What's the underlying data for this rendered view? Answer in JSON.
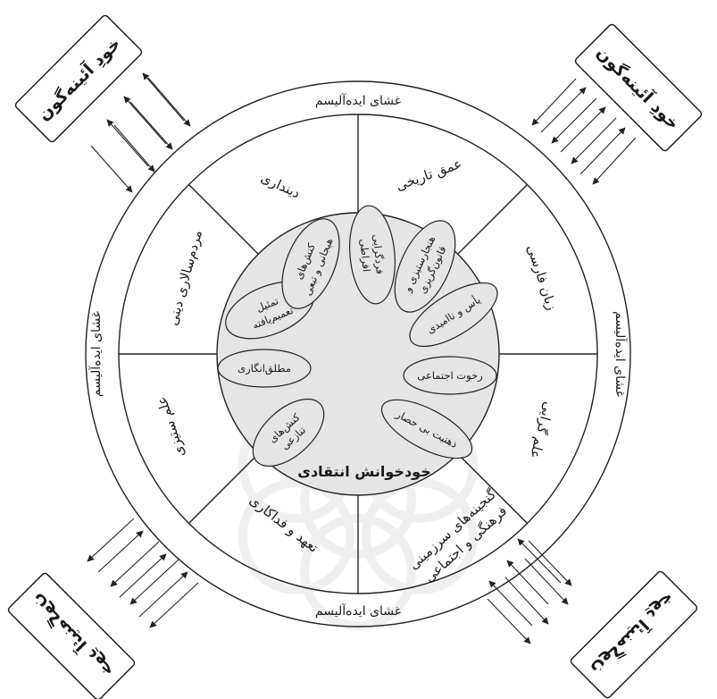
{
  "outer_ring_labels": {
    "top": "غشای ایده‌آلیسم",
    "right": "غشای ایده‌آلیسم",
    "bottom": "غشای ایده‌آلیسم",
    "left": "غشای ایده‌آلیسم"
  },
  "sectors": [
    {
      "id": "amgh",
      "label": "عمق تاریخی"
    },
    {
      "id": "zaban",
      "label": "زبان فارسی"
    },
    {
      "id": "elmgeraei",
      "label": "علم گرایی"
    },
    {
      "id": "ganjineh",
      "line1": "گنجینه‌های سرزمینی",
      "line2": "فرهنگی و اجتماعی"
    },
    {
      "id": "taahod",
      "label": "تعهد و فداکاری"
    },
    {
      "id": "elmsetizi",
      "label": "علم ستیزی"
    },
    {
      "id": "mardomsalari",
      "label": "مردم‌سالاری دینی"
    },
    {
      "id": "dindari",
      "label": "دینداری"
    }
  ],
  "ovals": [
    {
      "id": "fardgarai",
      "line1": "فردگرایی",
      "line2": "افراطی"
    },
    {
      "id": "hanjar",
      "line1": "هنجارستیزی و",
      "line2": "قانون‌گریزی"
    },
    {
      "id": "yas",
      "label": "یأس و ناامیدی"
    },
    {
      "id": "rokhoot",
      "label": "رخوت اجتماعی"
    },
    {
      "id": "zehniat",
      "label": "ذهنیت بی حصار"
    },
    {
      "id": "keshtanazi",
      "line1": "کنش‌های",
      "line2": "تنازعی"
    },
    {
      "id": "motlagh",
      "label": "مطلق‌انگاری"
    },
    {
      "id": "tamsil",
      "line1": "تمثیل",
      "line2": "تعمیم‌یافته"
    },
    {
      "id": "hayajani",
      "line1": "کنش‌های",
      "line2": "هیجانی و تبعی"
    }
  ],
  "center_label": "خودخوانش انتقادی",
  "corner_boxes": {
    "top_left": "خودِ آئینه‌گون",
    "top_right": "خودِ آئینه‌گون",
    "bottom_left": "خودِ آئینه‌گون",
    "bottom_right": "خودِ آئینه‌گون"
  }
}
